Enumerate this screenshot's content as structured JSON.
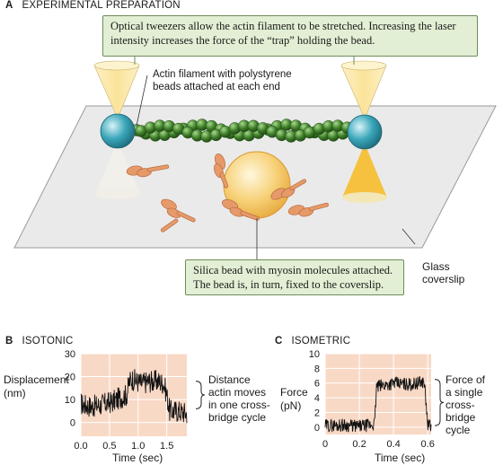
{
  "panel_a": {
    "letter": "A",
    "title": "EXPERIMENTAL PREPARATION",
    "tweezers_callout": "Optical tweezers allow the actin filament to be stretched. Increasing the laser intensity increases the force of the “trap” holding the bead.",
    "actin_label_line1": "Actin filament with polystyrene",
    "actin_label_line2": "beads attached at each end",
    "silica_callout_line1": "Silica bead with myosin molecules attached.",
    "silica_callout_line2": "The bead is, in turn, fixed to the coverslip.",
    "glass_label_line1": "Glass",
    "glass_label_line2": "coverslip"
  },
  "panel_b": {
    "letter": "B",
    "title": "ISOTONIC",
    "ylabel_line1": "Displacement",
    "ylabel_line2": "(nm)",
    "xlabel": "Time (sec)",
    "annotation_line1": "Distance",
    "annotation_line2": "actin moves",
    "annotation_line3": "in one cross-",
    "annotation_line4": "bridge cycle"
  },
  "panel_c": {
    "letter": "C",
    "title": "ISOMETRIC",
    "ylabel_line1": "Force",
    "ylabel_line2": "(pN)",
    "xlabel": "Time (sec)",
    "annotation_line1": "Force of",
    "annotation_line2": "a single",
    "annotation_line3": "cross-bridge",
    "annotation_line4": "cycle"
  },
  "colors": {
    "plot_background": "#f8d9c6",
    "callout_fill": "#e2efd4",
    "trace": "#111111",
    "actin_bead": "#3f7f2a",
    "trap_bead": "#3aa6b9",
    "myosin": "#e69a6a",
    "silica_bead": "#f7c44c"
  },
  "chart_data": [
    {
      "type": "line",
      "title": "ISOTONIC",
      "xlabel": "Time (sec)",
      "ylabel": "Displacement (nm)",
      "xlim": [
        0,
        1.85
      ],
      "ylim": [
        -6,
        30
      ],
      "x_ticks": [
        "0.0",
        "0.5",
        "1.0",
        "1.5"
      ],
      "y_ticks": [
        "0",
        "10",
        "20",
        "30"
      ],
      "grid": true,
      "series": [
        {
          "x": [
            0.0,
            0.2,
            0.4,
            0.55,
            0.7,
            0.8,
            0.85,
            0.9,
            1.05,
            1.2,
            1.35,
            1.45,
            1.5,
            1.55,
            1.7,
            1.85
          ],
          "values": [
            8,
            7,
            8,
            9,
            11,
            12,
            18,
            19,
            17,
            18,
            18,
            17,
            12,
            5,
            5,
            4
          ]
        }
      ]
    },
    {
      "type": "line",
      "title": "ISOMETRIC",
      "xlabel": "Time (sec)",
      "ylabel": "Force (pN)",
      "xlim": [
        0,
        0.62
      ],
      "ylim": [
        -1,
        10
      ],
      "x_ticks": [
        "0",
        "0.2",
        "0.4",
        "0.6"
      ],
      "y_ticks": [
        "0",
        "2",
        "4",
        "6",
        "8",
        "10"
      ],
      "grid": true,
      "series": [
        {
          "x": [
            0.0,
            0.1,
            0.2,
            0.27,
            0.29,
            0.3,
            0.4,
            0.5,
            0.58,
            0.6,
            0.62
          ],
          "values": [
            0.2,
            0.3,
            0.1,
            0.3,
            0.5,
            5.5,
            6.0,
            5.8,
            6.2,
            0.3,
            0.2
          ]
        }
      ]
    }
  ]
}
